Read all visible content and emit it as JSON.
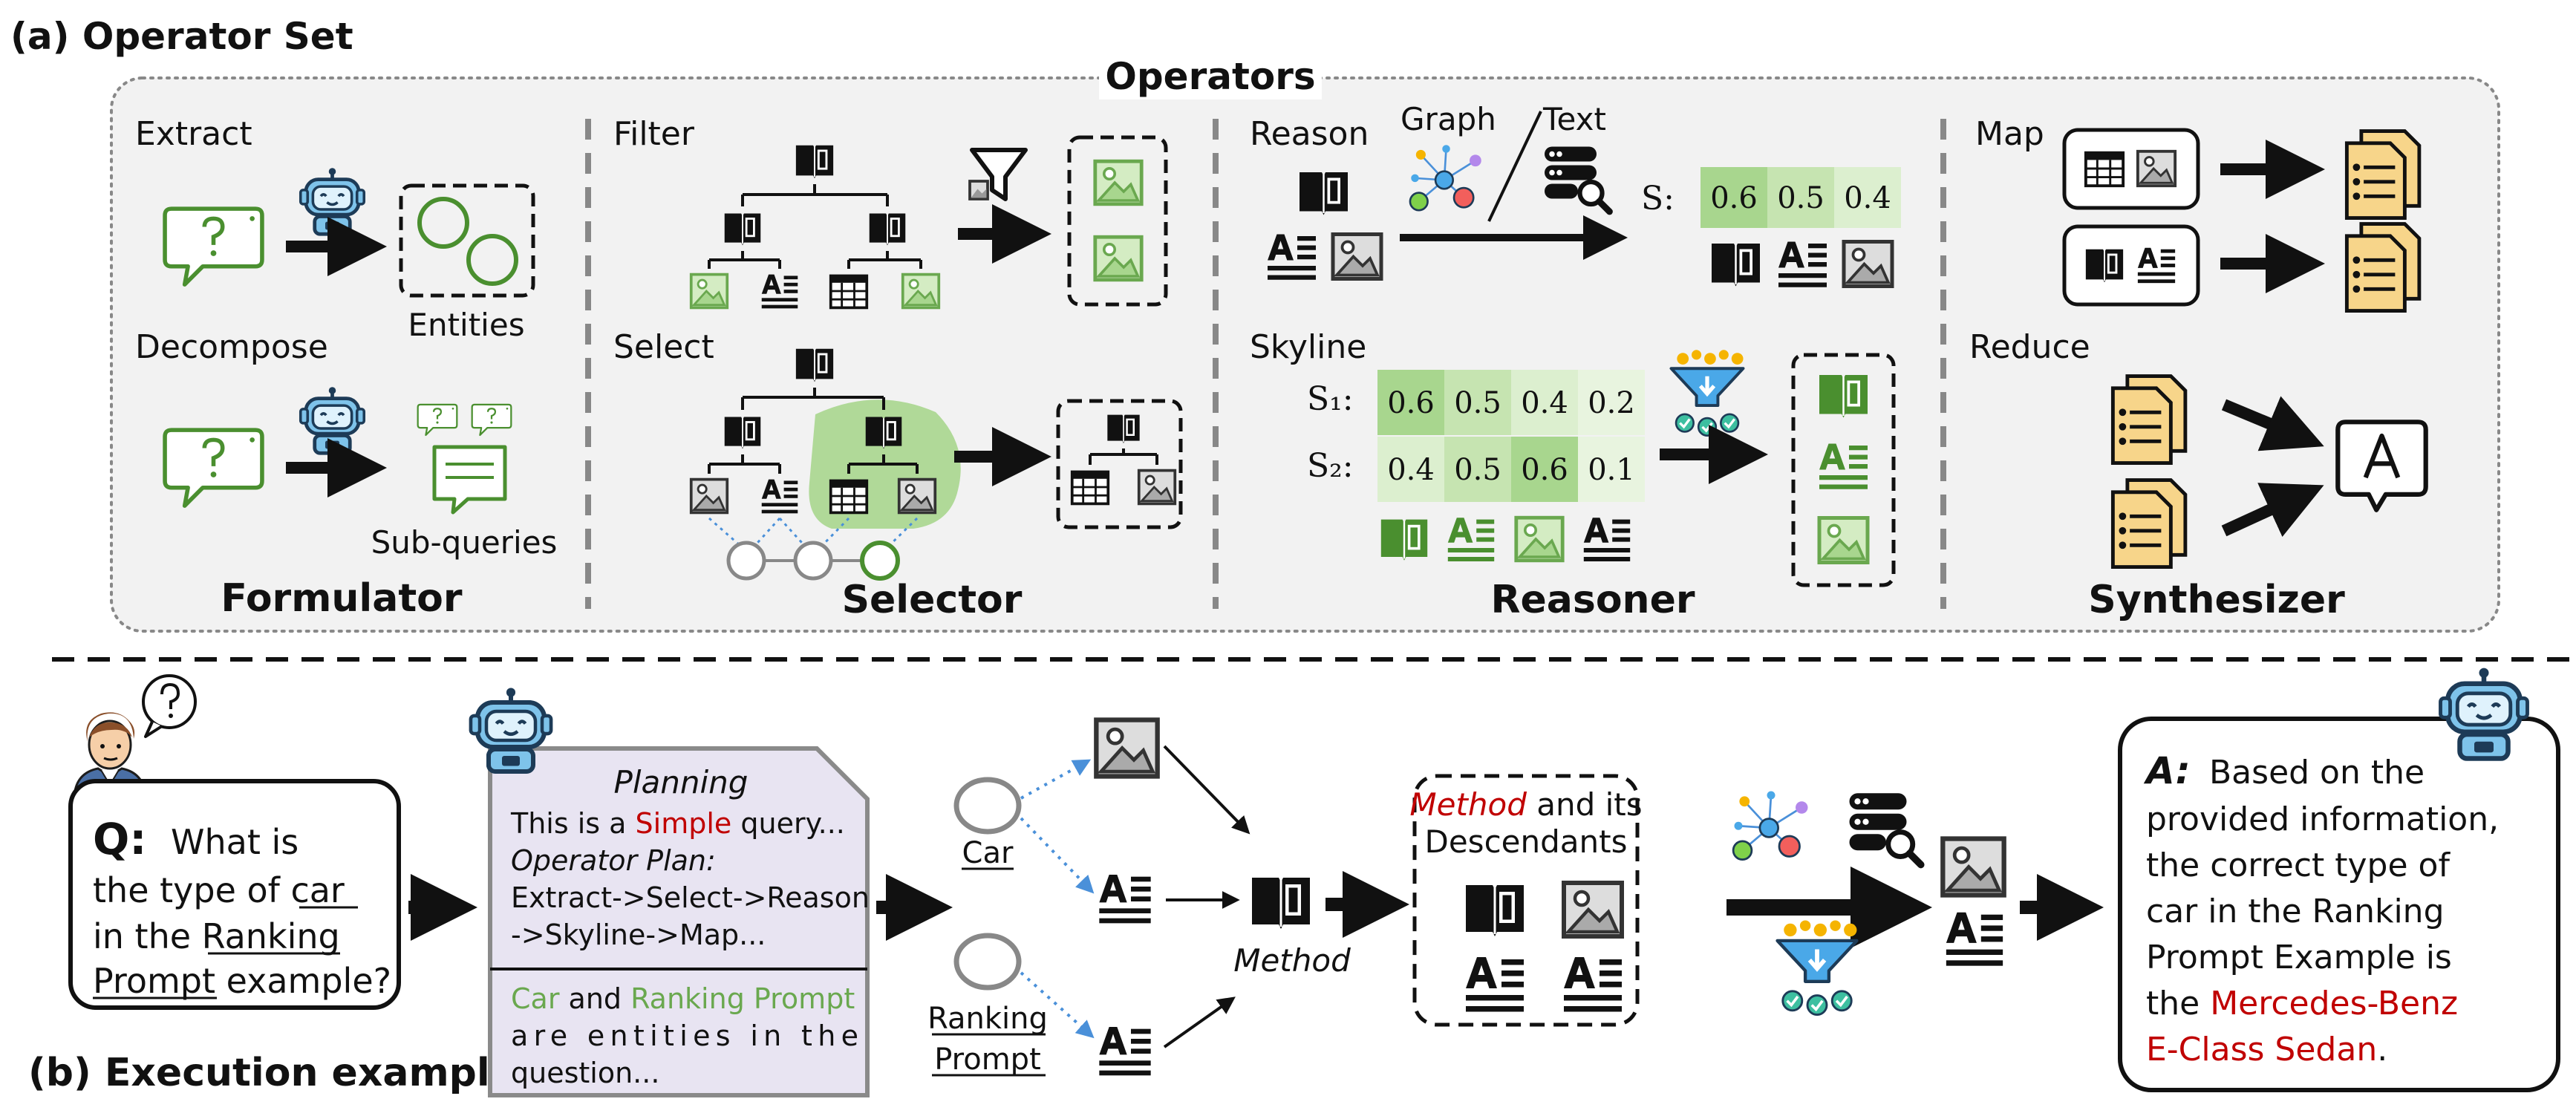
{
  "panel_a": {
    "title": "(a) Operator Set",
    "operators_label": "Operators",
    "groups": [
      {
        "name": "Formulator",
        "ops": [
          "Extract",
          "Decompose"
        ],
        "outputs": [
          "Entities",
          "Sub-queries"
        ]
      },
      {
        "name": "Selector",
        "ops": [
          "Filter",
          "Select"
        ]
      },
      {
        "name": "Reasoner",
        "ops": [
          "Reason",
          "Skyline"
        ],
        "mode_labels": [
          "Graph",
          "Text"
        ]
      },
      {
        "name": "Synthesizer",
        "ops": [
          "Map",
          "Reduce"
        ],
        "answer_glyph": "A"
      }
    ],
    "reason_scores": {
      "label": "S:",
      "values": [
        "0.6",
        "0.5",
        "0.4"
      ]
    },
    "skyline_scores": {
      "rows": [
        {
          "label": "S₁:",
          "values": [
            "0.6",
            "0.5",
            "0.4",
            "0.2"
          ]
        },
        {
          "label": "S₂:",
          "values": [
            "0.4",
            "0.5",
            "0.6",
            "0.1"
          ]
        }
      ]
    }
  },
  "panel_b": {
    "title": "(b) Execution example",
    "question": {
      "prefix": "Q:",
      "lines": [
        "What is",
        "the type of car",
        "in the Ranking",
        "Prompt example?"
      ]
    },
    "planning": {
      "title": "Planning",
      "line1_pre": "This is a ",
      "line1_highlight": "Simple",
      "line1_post": " query...",
      "plan_label": "Operator Plan:",
      "plan_line1": "Extract->Select->Reason",
      "plan_line2": "->Skyline->Map...",
      "entity1": "Car",
      "and": " and ",
      "entity2": "Ranking Prompt",
      "tail_line1": "are entities in the",
      "tail_line2": "question..."
    },
    "entities": [
      "Car",
      "Ranking",
      "Prompt"
    ],
    "method_label": "Method",
    "descendants": {
      "highlight": "Method",
      "rest": " and its",
      "line2": "Descendants"
    },
    "answer": {
      "prefix": "A:",
      "lines": [
        "Based on the",
        "provided information,",
        "the correct type of",
        "car in the Ranking",
        "Prompt Example is"
      ],
      "last_pre": "the ",
      "highlight1": "Mercedes-Benz",
      "highlight2": "E-Class Sedan",
      "end": "."
    }
  },
  "colors": {
    "green": "#4a8f2f",
    "light_green": "#a8d68e",
    "red": "#c00000",
    "panel_bg": "#f2f2f2",
    "planning_bg": "#e8e4f2",
    "robot_blue": "#7ec3ea",
    "doc_yellow": "#f7d58a"
  },
  "icons": [
    "robot-icon",
    "question-bubble-icon",
    "book-icon",
    "text-icon",
    "image-icon",
    "table-icon",
    "funnel-icon",
    "graph-icon",
    "database-search-icon",
    "document-icon",
    "answer-bubble-icon",
    "user-icon"
  ]
}
